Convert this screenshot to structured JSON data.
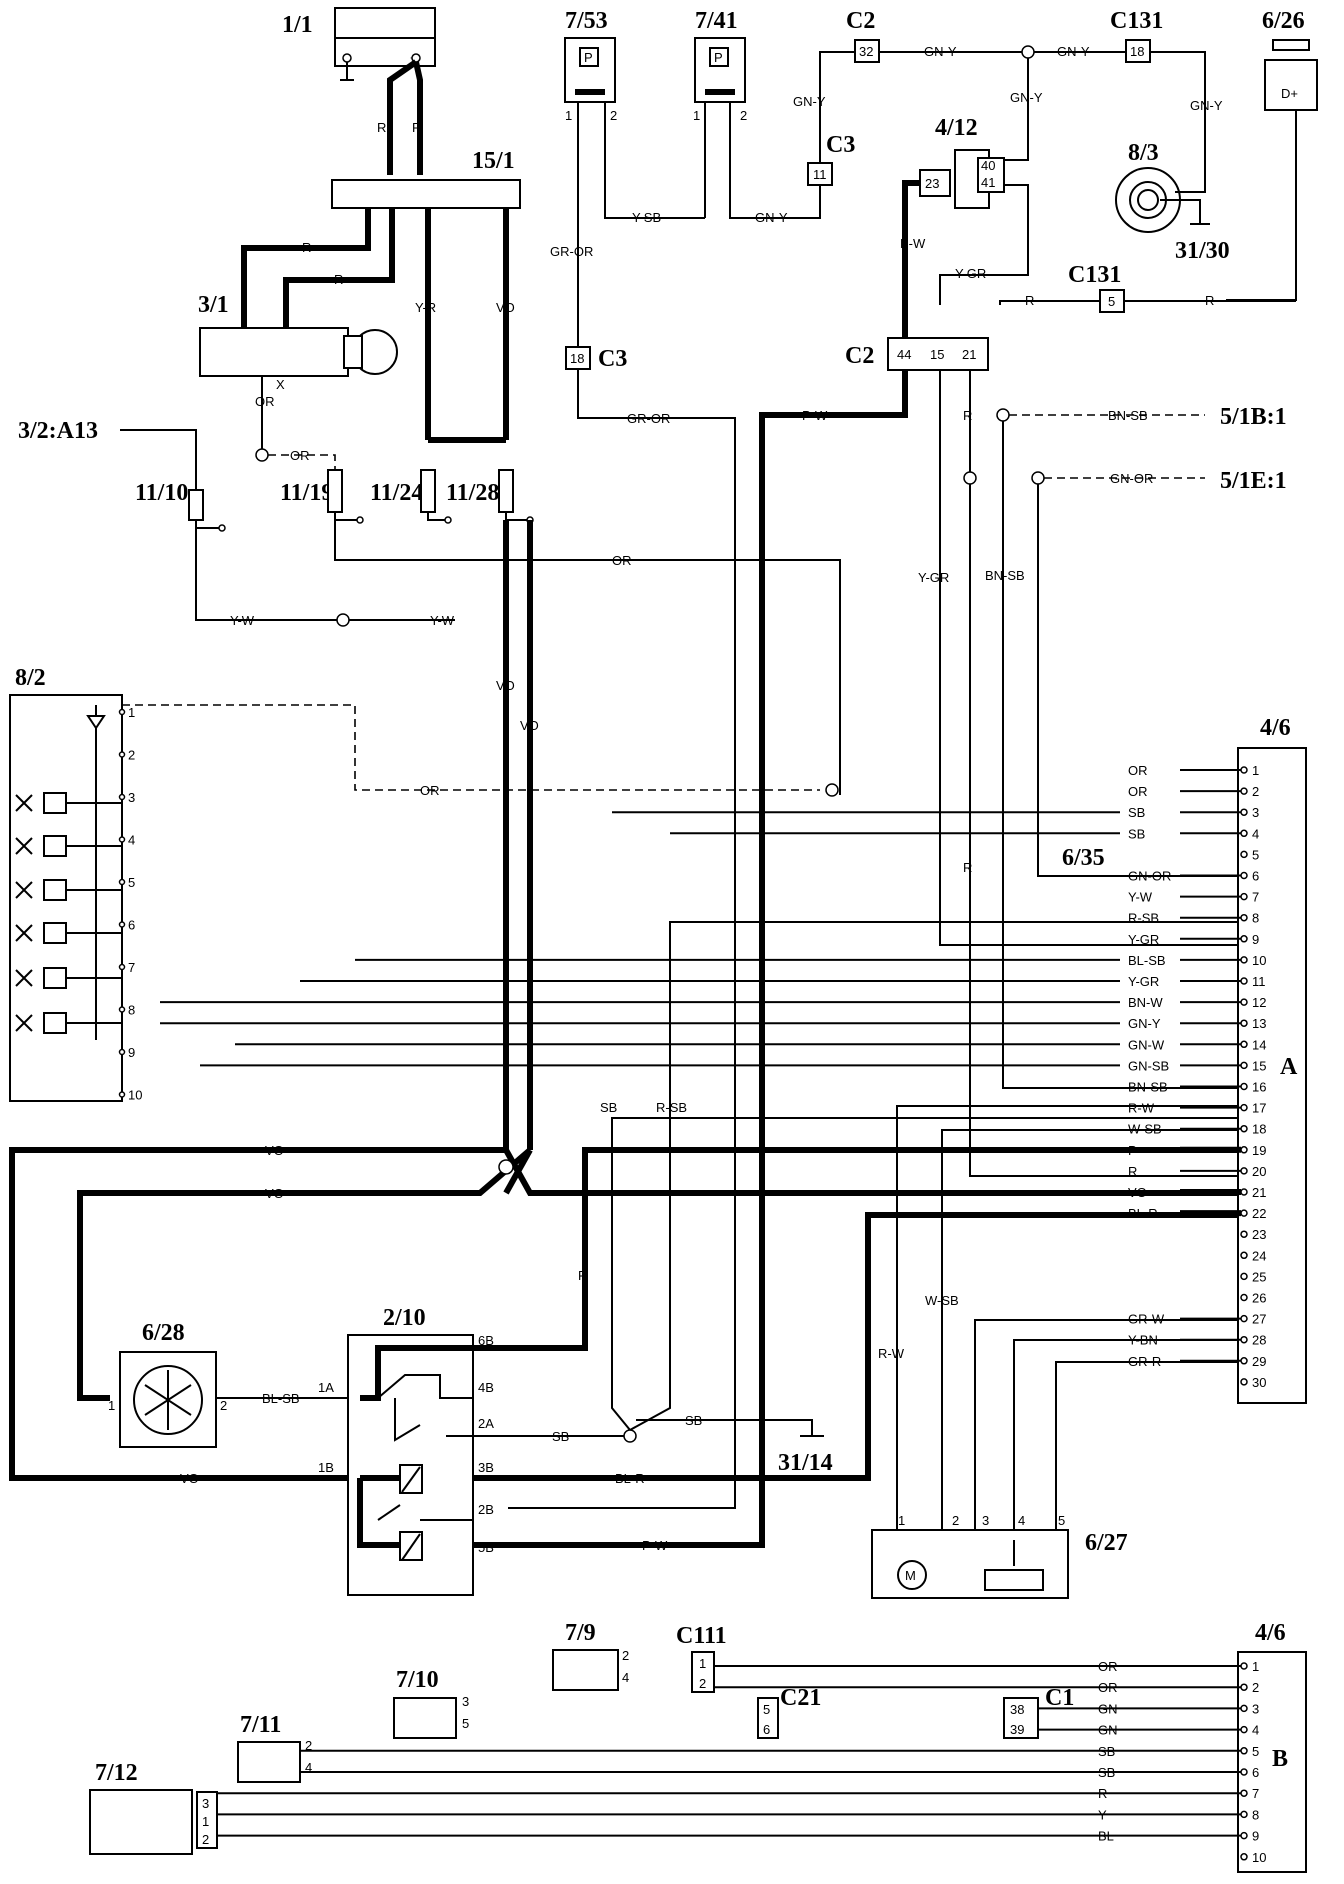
{
  "components": [
    {
      "id": "1/1"
    },
    {
      "id": "15/1"
    },
    {
      "id": "3/1"
    },
    {
      "id": "3/2:A13"
    },
    {
      "id": "11/10"
    },
    {
      "id": "11/19"
    },
    {
      "id": "11/24"
    },
    {
      "id": "11/28"
    },
    {
      "id": "7/53"
    },
    {
      "id": "7/41"
    },
    {
      "id": "C2"
    },
    {
      "id": "C3"
    },
    {
      "id": "C131"
    },
    {
      "id": "4/12"
    },
    {
      "id": "8/3"
    },
    {
      "id": "31/30"
    },
    {
      "id": "6/26"
    },
    {
      "id": "5/1B:1"
    },
    {
      "id": "5/1E:1"
    },
    {
      "id": "8/2"
    },
    {
      "id": "4/6"
    },
    {
      "id": "6/35"
    },
    {
      "id": "6/28"
    },
    {
      "id": "2/10"
    },
    {
      "id": "31/14"
    },
    {
      "id": "6/27"
    },
    {
      "id": "7/9"
    },
    {
      "id": "C111"
    },
    {
      "id": "7/10"
    },
    {
      "id": "C21"
    },
    {
      "id": "C1"
    },
    {
      "id": "7/11"
    },
    {
      "id": "7/12"
    }
  ],
  "connector_a": {
    "name": "A",
    "pins": [
      {
        "n": "1",
        "wire": "OR"
      },
      {
        "n": "2",
        "wire": "OR"
      },
      {
        "n": "3",
        "wire": "SB"
      },
      {
        "n": "4",
        "wire": "SB"
      },
      {
        "n": "5",
        "wire": ""
      },
      {
        "n": "6",
        "wire": "GN-OR"
      },
      {
        "n": "7",
        "wire": "Y-W"
      },
      {
        "n": "8",
        "wire": "R-SB"
      },
      {
        "n": "9",
        "wire": "Y-GR"
      },
      {
        "n": "10",
        "wire": "BL-SB"
      },
      {
        "n": "11",
        "wire": "Y-GR"
      },
      {
        "n": "12",
        "wire": "BN-W"
      },
      {
        "n": "13",
        "wire": "GN-Y"
      },
      {
        "n": "14",
        "wire": "GN-W"
      },
      {
        "n": "15",
        "wire": "GN-SB"
      },
      {
        "n": "16",
        "wire": "BN-SB"
      },
      {
        "n": "17",
        "wire": "R-W"
      },
      {
        "n": "18",
        "wire": "W-SB"
      },
      {
        "n": "19",
        "wire": "P"
      },
      {
        "n": "20",
        "wire": "R"
      },
      {
        "n": "21",
        "wire": "VO"
      },
      {
        "n": "22",
        "wire": "BL-R"
      },
      {
        "n": "23",
        "wire": ""
      },
      {
        "n": "24",
        "wire": ""
      },
      {
        "n": "25",
        "wire": ""
      },
      {
        "n": "26",
        "wire": ""
      },
      {
        "n": "27",
        "wire": "GR-W"
      },
      {
        "n": "28",
        "wire": "Y-BN"
      },
      {
        "n": "29",
        "wire": "GR-R"
      },
      {
        "n": "30",
        "wire": ""
      }
    ]
  },
  "connector_b": {
    "name": "B",
    "pins": [
      {
        "n": "1",
        "wire": "OR"
      },
      {
        "n": "2",
        "wire": "OR"
      },
      {
        "n": "3",
        "wire": "GN"
      },
      {
        "n": "4",
        "wire": "GN"
      },
      {
        "n": "5",
        "wire": "SB"
      },
      {
        "n": "6",
        "wire": "SB"
      },
      {
        "n": "7",
        "wire": "R"
      },
      {
        "n": "8",
        "wire": "Y"
      },
      {
        "n": "9",
        "wire": "BL"
      },
      {
        "n": "10",
        "wire": ""
      }
    ]
  },
  "relay_8_2_pins": [
    "1",
    "2",
    "3",
    "4",
    "5",
    "6",
    "7",
    "8",
    "9",
    "10"
  ],
  "wire_labels": {
    "r": "R",
    "yr": "Y-R",
    "vo": "VO",
    "or": "OR",
    "x": "X",
    "yw": "Y-W",
    "ysb": "Y-SB",
    "gny": "GN-Y",
    "gror": "GR-OR",
    "pw": "P-W",
    "ygr": "Y-GR",
    "bnsb": "BN-SB",
    "gnor": "GN-OR",
    "sb": "SB",
    "rsb": "R-SB",
    "blsb": "BL-SB",
    "bnw": "BN-W",
    "gnw": "GN-W",
    "gnsb": "GN-SB",
    "p": "P",
    "blr": "BL-R",
    "rw": "R-W",
    "wsb": "W-SB",
    "grw": "GR-W",
    "ybn": "Y-BN",
    "grr": "GR-R",
    "gn": "GN",
    "y": "Y",
    "bl": "BL"
  },
  "connector_pins": {
    "c2_top": "32",
    "c131_top": "18",
    "c3": "11",
    "c3_b": "18",
    "c131_b": "5",
    "c2_44": "44",
    "c2_15": "15",
    "c2_21": "21",
    "c4_12_23": "23",
    "c4_12_40": "40",
    "c4_12_41": "41",
    "c111_1": "1",
    "c111_2": "2",
    "c21_5": "5",
    "c21_6": "6",
    "c1_38": "38",
    "c1_39": "39"
  },
  "pin_labels": {
    "p1": "1",
    "p2": "2",
    "p3": "3",
    "p4": "4",
    "p5": "5",
    "s6b": "6B",
    "s4b": "4B",
    "s2a": "2A",
    "s1a": "1A",
    "s1b": "1B",
    "s3b": "3B",
    "s2b": "2B",
    "s5b": "5B",
    "plus": "+",
    "minus": "-",
    "dplus": "D+",
    "P": "P"
  }
}
